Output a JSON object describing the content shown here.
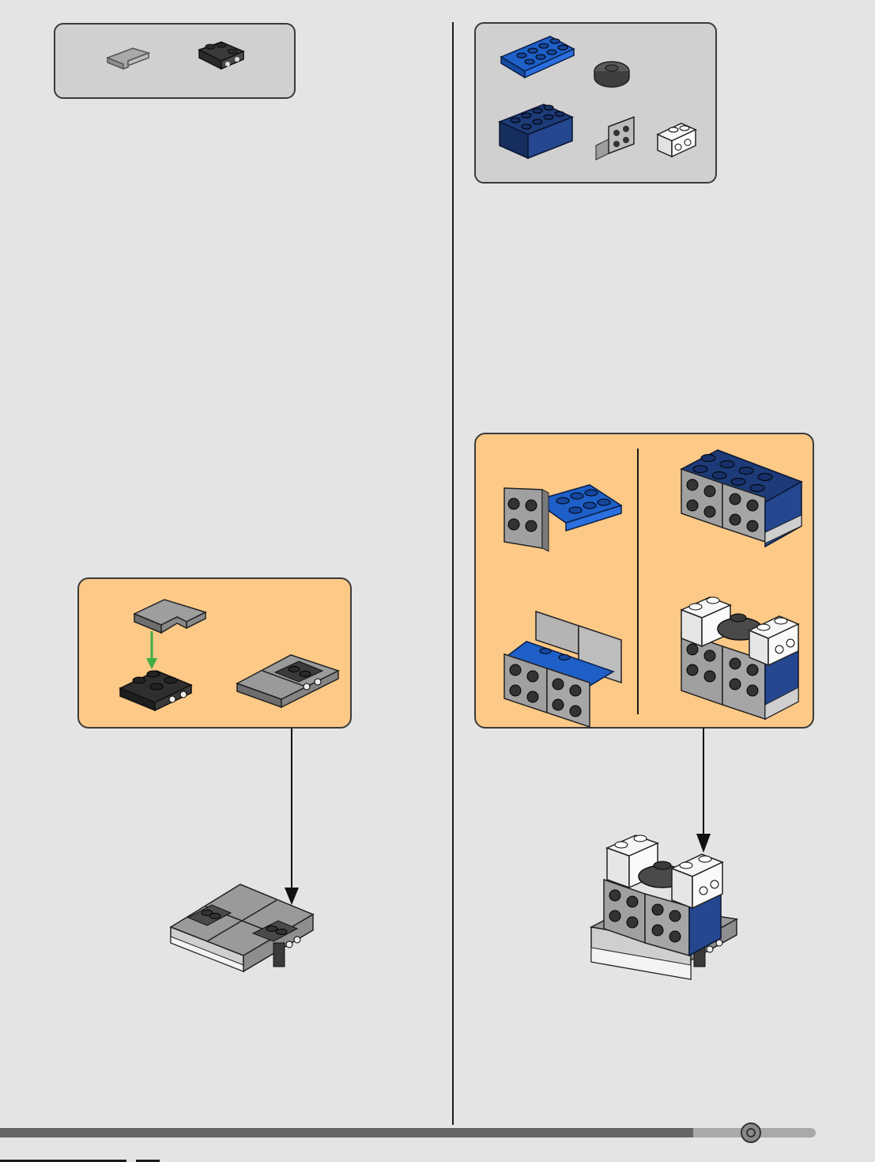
{
  "page": {
    "left_step": {
      "parts_list": [
        "light-gray-corner-plate",
        "dark-gray-bracket-plate"
      ],
      "subassembly": [
        "attach-corner-plate",
        "bracket-plate-assembled"
      ],
      "result": "gray-base-plate-assembly"
    },
    "right_step": {
      "parts_list": [
        "blue-technic-plate-2x4",
        "dark-gray-round-plate",
        "dark-blue-brick-2x4",
        "light-gray-bracket",
        "white-brick-with-studs-on-side"
      ],
      "subassembly": [
        "bracket-on-blue-plate",
        "dark-blue-brick-with-brackets",
        "double-bracket-on-plate",
        "white-bricks-and-round-plate"
      ],
      "result": "stacked-module-on-base"
    },
    "progress": {
      "fraction": 0.85
    }
  },
  "colors": {
    "background": "#e4e4e4",
    "parts_box": "#d0d0d0",
    "subassembly_box": "#fdc987",
    "light_gray": "#a5a5a5",
    "dark_gray": "#4a4a4a",
    "bright_blue": "#1e5fc8",
    "dark_blue": "#1d3b78",
    "white": "#f2f2f2",
    "arrow_green": "#3fae45"
  }
}
